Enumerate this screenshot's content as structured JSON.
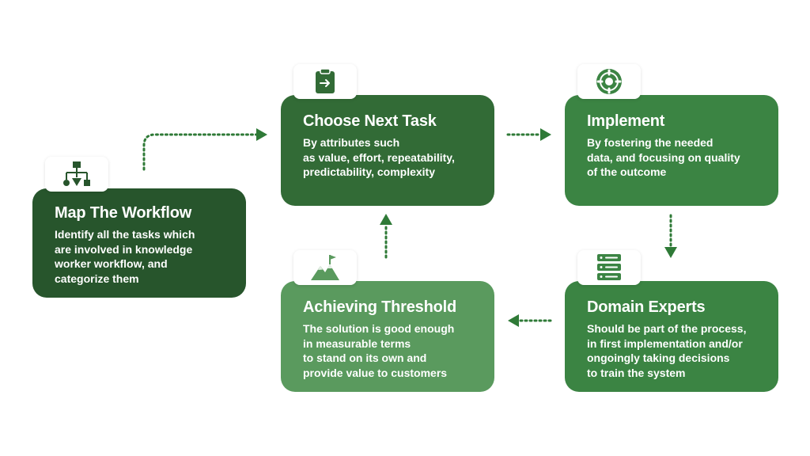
{
  "colors": {
    "dark_green": "#27552c",
    "mid_green": "#326b36",
    "green": "#3b8443",
    "light_green": "#5a9a5e",
    "connector": "#2f7a37"
  },
  "steps": [
    {
      "title": "Map The Workflow",
      "description": "Identify all the tasks which\nare involved in knowledge\nworker workflow, and\ncategorize them",
      "icon": "flowchart-icon"
    },
    {
      "title": "Choose Next Task",
      "description": "By attributes such\nas value, effort, repeatability,\npredictability, complexity",
      "icon": "clipboard-arrow-icon"
    },
    {
      "title": "Implement",
      "description": "By fostering the needed\ndata, and focusing on quality\nof the outcome",
      "icon": "target-gear-icon"
    },
    {
      "title": "Domain Experts",
      "description": "Should be part of the process,\nin first implementation and/or\nongoingly taking decisions\nto train the system",
      "icon": "server-stack-icon"
    },
    {
      "title": "Achieving Threshold",
      "description": "The solution is good enough\nin measurable terms\nto stand on its own and\nprovide value to customers",
      "icon": "mountain-flag-icon"
    }
  ]
}
